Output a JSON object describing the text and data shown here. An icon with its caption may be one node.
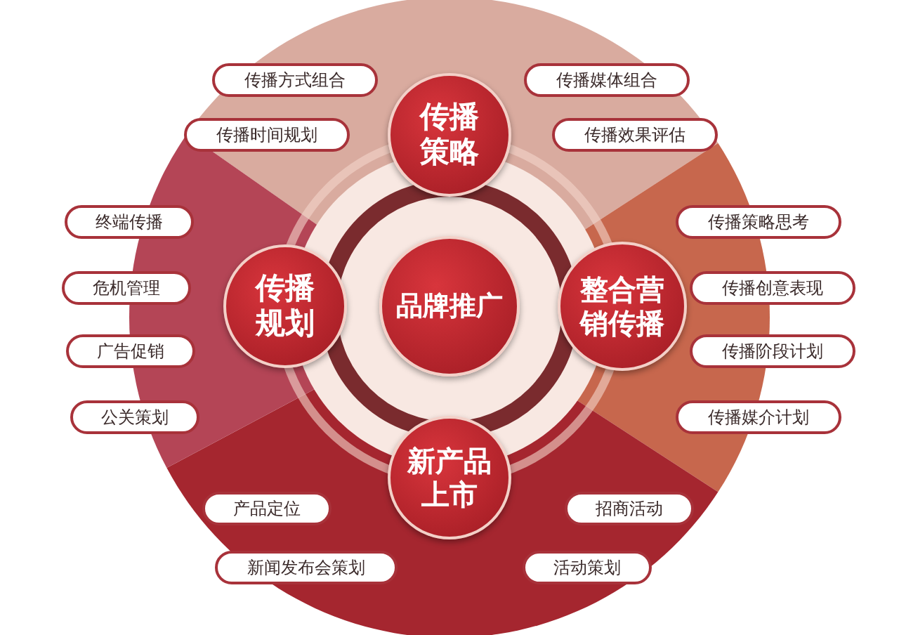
{
  "diagram": {
    "nodes": [
      {
        "text": [
          "传播方式组合"
        ]
      },
      {
        "text": [
          "传播媒体组合"
        ]
      },
      {
        "text": [
          "传播策略"
        ]
      },
      {
        "text": [
          "传播时间规划"
        ]
      },
      {
        "text": [
          "传播效果评估"
        ]
      },
      {
        "text": [
          "终端传播"
        ]
      },
      {
        "text": [
          "传播策略思考"
        ]
      },
      {
        "text": [
          "传播规划"
        ]
      },
      {
        "text": [
          "品牌推广"
        ]
      },
      {
        "text": [
          "整合营销传播"
        ]
      },
      {
        "text": [
          "危机管理"
        ]
      },
      {
        "text": [
          "传播创意表现"
        ]
      },
      {
        "text": [
          "广告促销"
        ]
      },
      {
        "text": [
          "传播阶段计划"
        ]
      },
      {
        "text": [
          "公关策划"
        ]
      },
      {
        "text": [
          "传播媒介计划"
        ]
      },
      {
        "text": [
          "新产品上市"
        ]
      },
      {
        "text": [
          "产品定位"
        ]
      },
      {
        "text": [
          "招商活动"
        ]
      },
      {
        "text": [
          "新闻发布会策划"
        ]
      },
      {
        "text": [
          "活动策划"
        ]
      }
    ]
  }
}
